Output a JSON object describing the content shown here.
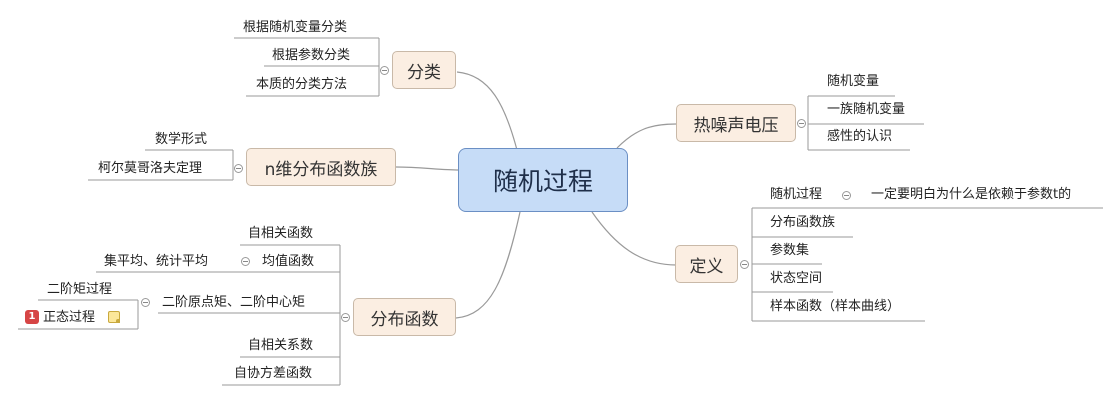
{
  "root": {
    "label": "随机过程"
  },
  "branches": {
    "fenlei": {
      "label": "分类",
      "children": [
        "根据随机变量分类",
        "根据参数分类",
        "本质的分类方法"
      ]
    },
    "nwei": {
      "label": "n维分布函数族",
      "children": [
        "数学形式",
        "柯尔莫哥洛夫定理"
      ]
    },
    "fenbu": {
      "label": "分布函数",
      "children": {
        "zixiangguan": "自相关函数",
        "junzhi": "均值函数",
        "junzhi_sub": "集平均、统计平均",
        "erjie": "二阶原点矩、二阶中心矩",
        "erjie_sub1": "二阶矩过程",
        "erjie_sub2": "正态过程",
        "erjie_sub2_badge": "1",
        "xishu": "自相关系数",
        "xiefangcha": "自协方差函数"
      }
    },
    "rezao": {
      "label": "热噪声电压",
      "children": [
        "随机变量",
        "一族随机变量",
        "感性的认识"
      ]
    },
    "dingyi": {
      "label": "定义",
      "children": {
        "suiji": "随机过程",
        "suiji_sub": "一定要明白为什么是依赖于参数t的",
        "fenbuzu": "分布函数族",
        "canshuji": "参数集",
        "zhuangtai": "状态空间",
        "yangben": "样本函数（样本曲线）"
      }
    }
  },
  "colors": {
    "root_fill": "#c6dcf7",
    "topic_fill": "#fbeee2",
    "line": "#9a9a9a",
    "badge": "#d64545"
  },
  "icons": [
    "collapse-icon",
    "priority-1-icon",
    "note-icon"
  ]
}
